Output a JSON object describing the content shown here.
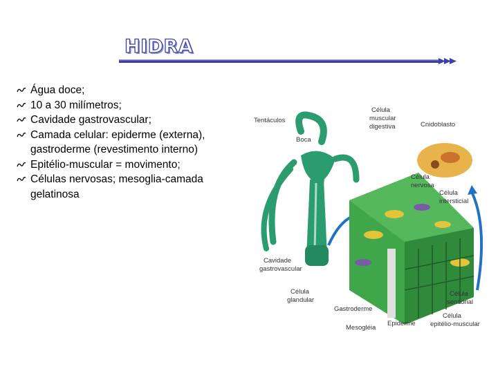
{
  "slide": {
    "title": "HIDRA",
    "accent_color": "#3b3fa8",
    "bullet_icon": "curl-bullet-icon",
    "bullets": [
      "Água doce;",
      "10 a 30 milímetros;",
      "Cavidade gastrovascular;",
      "Camada celular: epiderme (externa), gastroderme (revestimento interno)",
      "Epitélio-muscular = movimento;",
      "Células nervosas; mesoglia-camada gelatinosa"
    ]
  },
  "figure": {
    "labels": {
      "tentaculos": "Tentáculos",
      "boca": "Boca",
      "cel_musc_dig_1": "Célula",
      "cel_musc_dig_2": "muscular",
      "cel_musc_dig_3": "digestiva",
      "cnidoblasto": "Cnidoblasto",
      "cel_nervosa_1": "Célula",
      "cel_nervosa_2": "nervosa",
      "cel_intersticial_1": "Célula",
      "cel_intersticial_2": "intersticial",
      "cavidade_1": "Cavidade",
      "cavidade_2": "gastrovascular",
      "cel_glandular_1": "Célula",
      "cel_glandular_2": "glandular",
      "gastroderme": "Gastroderme",
      "mesogleia": "Mesogléia",
      "epiderme": "Epiderme",
      "cel_sensorial_1": "Célula",
      "cel_sensorial_2": "sensorial",
      "cel_epit_musc_1": "Célula",
      "cel_epit_musc_2": "epitélio-muscular"
    }
  }
}
